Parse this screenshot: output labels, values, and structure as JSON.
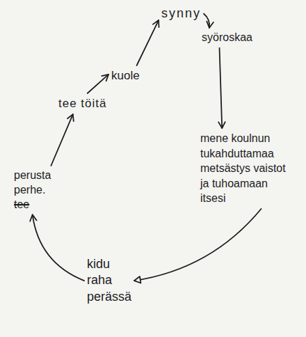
{
  "diagram": {
    "nodes": [
      {
        "text": [
          "synny"
        ]
      },
      {
        "text": [
          "syöroskaa"
        ]
      },
      {
        "text": [
          "mene koulnun tukahduttamaa metsästys vaistot ja tuhoamaan itsesi"
        ]
      },
      {
        "text": [
          "kidu raha perässä"
        ]
      },
      {
        "text": [
          "perusta perhe.",
          "tee"
        ]
      },
      {
        "text": [
          "tee töitä"
        ]
      },
      {
        "text": [
          "kuole"
        ]
      }
    ],
    "edges": [
      {
        "from": 0,
        "to": 1,
        "arrow": "to"
      },
      {
        "from": 1,
        "to": 2,
        "arrow": "to"
      },
      {
        "from": 2,
        "to": 3,
        "arrow": "to"
      },
      {
        "from": 3,
        "to": 4,
        "arrow": "to"
      },
      {
        "from": 4,
        "to": 5,
        "arrow": "to"
      },
      {
        "from": 5,
        "to": 6,
        "arrow": "to"
      },
      {
        "from": 6,
        "to": 0,
        "arrow": "to"
      }
    ]
  }
}
